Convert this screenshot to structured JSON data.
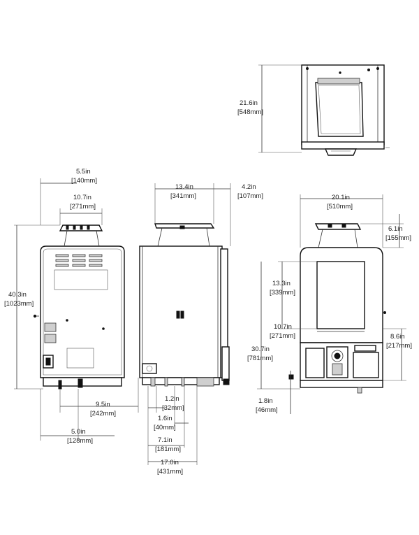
{
  "dimensions": {
    "top_depth_in": "21.6in",
    "top_depth_mm": "[548mm]",
    "side_offset_in": "5.5in",
    "side_offset_mm": "[140mm]",
    "hopper_width_in": "10.7in",
    "hopper_width_mm": "[271mm]",
    "total_height_in": "40.3in",
    "total_height_mm": "[1023mm]",
    "rear_offset_in": "9.5in",
    "rear_offset_mm": "[242mm]",
    "bottom_left_in": "5.0in",
    "bottom_left_mm": "[128mm]",
    "lid_width_in": "13.4in",
    "lid_width_mm": "[341mm]",
    "lid_overhang_in": "4.2in",
    "lid_overhang_mm": "[107mm]",
    "foot_1_in": "1.2in",
    "foot_1_mm": "[32mm]",
    "foot_2_in": "1.6in",
    "foot_2_mm": "[40mm]",
    "foot_3_in": "7.1in",
    "foot_3_mm": "[181mm]",
    "side_depth_in": "17.0in",
    "side_depth_mm": "[431mm]",
    "front_width_in": "20.1in",
    "front_width_mm": "[510mm]",
    "hopper_height_in": "6.1in",
    "hopper_height_mm": "[155mm]",
    "window_height_in": "13.3in",
    "window_height_mm": "[339mm]",
    "window_width_in": "10.7in",
    "window_width_mm": "[271mm]",
    "body_height_in": "30.7in",
    "body_height_mm": "[781mm]",
    "dispense_height_in": "8.6in",
    "dispense_height_mm": "[217mm]",
    "base_height_in": "1.8in",
    "base_height_mm": "[46mm]"
  }
}
